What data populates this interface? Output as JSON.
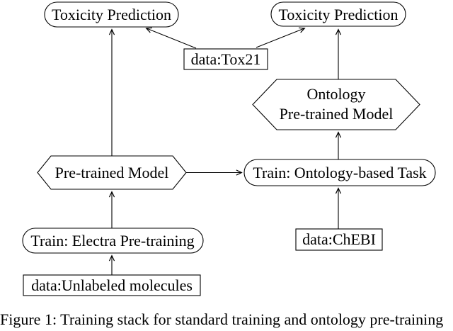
{
  "figure": {
    "caption": "Figure 1: Training stack for standard training and ontology pre-training",
    "colors": {
      "background": "#ffffff",
      "node_fill": "#ffffff",
      "stroke": "#000000",
      "text": "#000000"
    },
    "nodes": {
      "toxicity_left": {
        "label": "Toxicity Prediction",
        "shape": "stadium"
      },
      "toxicity_right": {
        "label": "Toxicity Prediction",
        "shape": "stadium"
      },
      "tox21": {
        "label": "data:Tox21",
        "shape": "rectangle"
      },
      "ontology_model": {
        "label_line1": "Ontology",
        "label_line2": "Pre-trained Model",
        "shape": "hexagon"
      },
      "pretrained_model": {
        "label": "Pre-trained Model",
        "shape": "hexagon"
      },
      "train_ontology": {
        "label": "Train: Ontology-based Task",
        "shape": "stadium"
      },
      "train_electra": {
        "label": "Train: Electra Pre-training",
        "shape": "stadium"
      },
      "chebi": {
        "label": "data:ChEBI",
        "shape": "rectangle"
      },
      "unlabeled": {
        "label": "data:Unlabeled molecules",
        "shape": "rectangle"
      }
    },
    "edges": [
      {
        "from": "pretrained_model",
        "to": "toxicity_left"
      },
      {
        "from": "tox21",
        "to": "toxicity_left"
      },
      {
        "from": "tox21",
        "to": "toxicity_right"
      },
      {
        "from": "ontology_model",
        "to": "toxicity_right"
      },
      {
        "from": "train_ontology",
        "to": "ontology_model"
      },
      {
        "from": "pretrained_model",
        "to": "train_ontology"
      },
      {
        "from": "train_electra",
        "to": "pretrained_model"
      },
      {
        "from": "chebi",
        "to": "train_ontology"
      },
      {
        "from": "unlabeled",
        "to": "train_electra"
      }
    ]
  }
}
